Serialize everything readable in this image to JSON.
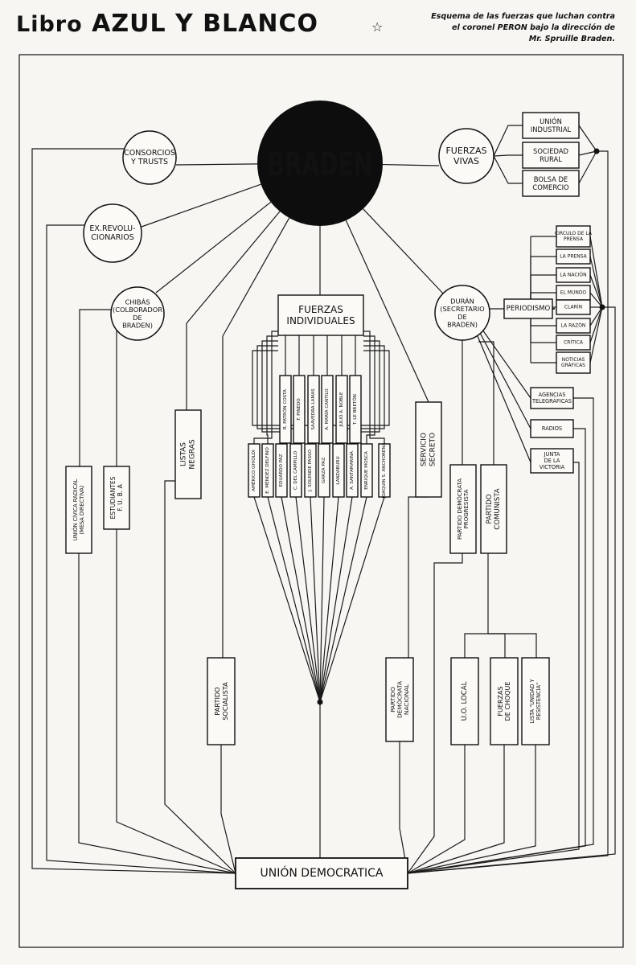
{
  "header": {
    "title_prefix": "Libro",
    "title_main": "AZUL Y BLANCO",
    "star": "☆",
    "caption_lines": [
      "Esquema de las fuerzas que luchan contra",
      "el coronel PERON bajo la dirección de",
      "Mr. Spruille Braden."
    ]
  },
  "diagram": {
    "hub": "BRADEN",
    "sink": "UNIÓN DEMOCRATICA",
    "circles": {
      "consorcios": [
        "CONSORCIOS",
        "Y TRUSTS"
      ],
      "exrev": [
        "EX.REVOLU-",
        "CIONARIOS"
      ],
      "chibas": [
        "CHIBÁS",
        "(COLBORADOR",
        "DE",
        "BRADEN)"
      ],
      "fuerzas_vivas": [
        "FUERZAS",
        "VIVAS"
      ],
      "duran": [
        "DURÁN",
        "(SECRETARIO",
        "DE",
        "BRADEN)"
      ]
    },
    "fuerzas_vivas_items": [
      [
        "UNIÓN",
        "INDUSTRIAL"
      ],
      [
        "SOCIEDAD",
        "RURAL"
      ],
      [
        "BOLSA DE",
        "COMERCIO"
      ]
    ],
    "periodismo": "PERIODISMO",
    "periodismo_items": [
      [
        "CIRCULO DE LA",
        "PRENSA"
      ],
      [
        "LA PRENSA"
      ],
      [
        "LA NACIÓN"
      ],
      [
        "EL MUNDO"
      ],
      [
        "CLARÍN"
      ],
      [
        "LA RAZÓN"
      ],
      [
        "CRÍTICA"
      ],
      [
        "NOTICIAS",
        "GRÁFICAS"
      ]
    ],
    "duran_items": [
      [
        "AGENCIAS",
        "TELEGRÁFICAS"
      ],
      [
        "RADIOS"
      ],
      [
        "JUNTA",
        "DE LA",
        "VICTORIA"
      ]
    ],
    "fuerzas_individuales": [
      "FUERZAS",
      "INDIVIDUALES"
    ],
    "individuales_top": [
      "R. PATRÓN COSTA",
      "F. PINEDO",
      "SAAVEDRA LAMAS",
      "A. MARÍA CANTILO",
      "JULIO A. NOBLE",
      "T. LE BRETÓN"
    ],
    "individuales_bottom": [
      "AMÉRICO GHIOLDI",
      "E. MÉNDEZ DELFINO",
      "EDUARDO PAZ",
      "C. DEL CAMPILLO",
      "J. SOLENDE PASSO",
      "GARZA PAZ",
      "LANDABURU",
      "A. SANTAMARINA",
      "ENRIQUE MOSCA",
      "JOAQUIN S. ANCHORENA"
    ],
    "vertical_boxes": {
      "ucr": [
        "UNIÓN CÍVICA RADICAL",
        "(MESA DIRECTIVA)"
      ],
      "fuba": [
        "ESTUDIANTES",
        "F. U. B. A"
      ],
      "listas": [
        "LISTAS",
        "NEGRAS"
      ],
      "servicio": [
        "SERVICIO",
        "SECRETO"
      ],
      "pdp": [
        "PARTIDO DEMÓCRATA",
        "PROGRESISTA"
      ],
      "pc": [
        "PARTIDO",
        "COMUNISTA"
      ],
      "socialista": [
        "PARTIDO",
        "SOCIALISTA"
      ],
      "pdn": [
        "PARTIDO",
        "DEMÓCRATA",
        "NACIONAL"
      ],
      "uo": [
        "U.O. LOCAL"
      ],
      "choque": [
        "FUERZAS",
        "DE CHOQUE"
      ],
      "lista_ur": [
        "LISTA \"UNIDAD Y",
        "RESISTENCIA\""
      ]
    }
  }
}
